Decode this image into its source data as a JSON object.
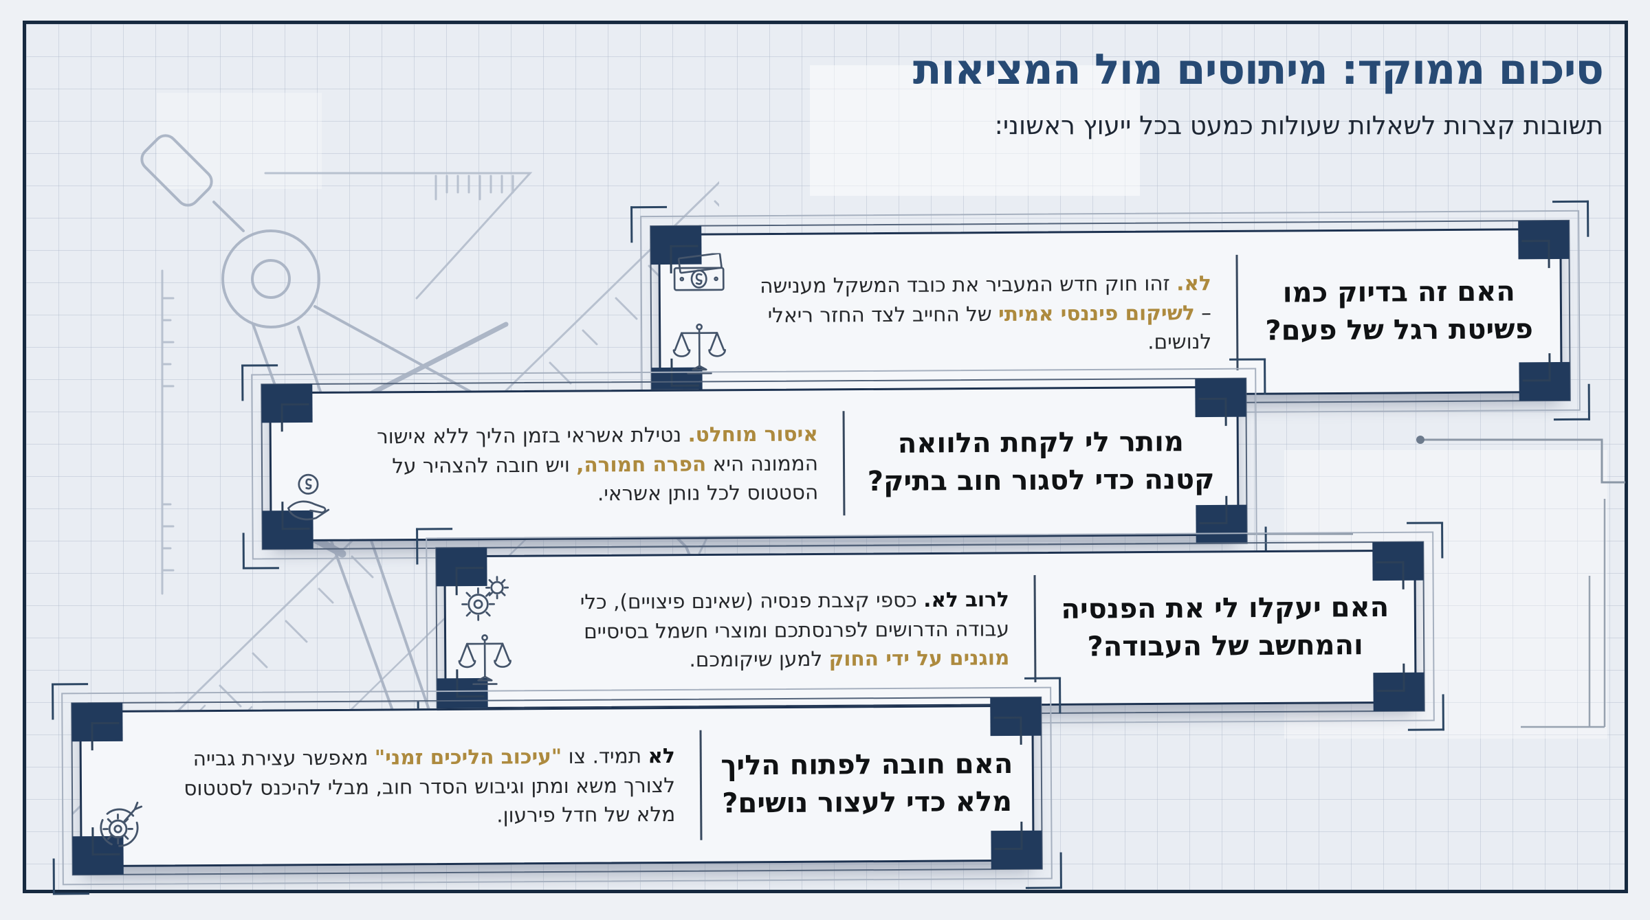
{
  "header": {
    "title": "סיכום ממוקד: מיתוסים מול המציאות",
    "subtitle": "תשובות קצרות לשאלות שעולות כמעט בכל ייעוץ ראשוני:"
  },
  "colors": {
    "navy": "#1e3a5f",
    "gold": "#ad8a3e",
    "card_background": "#f5f7fa",
    "grid_background": "#e9edf3",
    "question_text": "#101214",
    "answer_text": "#26282b"
  },
  "cards": [
    {
      "question": "האם זה בדיוק כמו\nפשיטת רגל של פעם?",
      "icons": [
        "banknotes-icon",
        "scales-icon"
      ],
      "answer_segments": [
        {
          "text": "לא.",
          "style": "gold"
        },
        {
          "text": " זהו חוק חדש המעביר את כובד המשקל מענישה – ",
          "style": "n"
        },
        {
          "text": "לשיקום פיננסי אמיתי",
          "style": "gold"
        },
        {
          "text": " של החייב לצד החזר ריאלי לנושים.",
          "style": "n"
        }
      ]
    },
    {
      "question": "מותר לי לקחת הלוואה\nקטנה כדי לסגור חוב בתיק?",
      "icons": [
        "coin-hand-icon"
      ],
      "answer_segments": [
        {
          "text": "איסור מוחלט.",
          "style": "gold"
        },
        {
          "text": " נטילת אשראי בזמן הליך ללא אישור הממונה היא ",
          "style": "n"
        },
        {
          "text": "הפרה חמורה,",
          "style": "gold"
        },
        {
          "text": " ויש חובה להצהיר על הסטטוס לכל נותן אשראי.",
          "style": "n"
        }
      ]
    },
    {
      "question": "האם יעקלו לי את הפנסיה\nוהמחשב של העבודה?",
      "icons": [
        "gears-icon",
        "scales-icon"
      ],
      "answer_segments": [
        {
          "text": "לרוב לא.",
          "style": "b"
        },
        {
          "text": " כספי קצבת פנסיה (שאינם פיצויים), כלי עבודה הדרושים לפרנסתכם ומוצרי חשמל בסיסיים ",
          "style": "n"
        },
        {
          "text": "מוגנים על ידי החוק",
          "style": "gold"
        },
        {
          "text": " למען שיקומכם.",
          "style": "n"
        }
      ]
    },
    {
      "question": "האם חובה לפתוח הליך\nמלא כדי לעצור נושים?",
      "icons": [
        "target-gear-icon"
      ],
      "answer_segments": [
        {
          "text": "לא",
          "style": "b"
        },
        {
          "text": " תמיד. צו ",
          "style": "n"
        },
        {
          "text": "\"עיכוב הליכים זמני\"",
          "style": "gold"
        },
        {
          "text": " מאפשר עצירת גבייה לצורך משא ומתן וגיבוש הסדר חוב, מבלי להיכנס לסטטוס מלא של חדל פירעון.",
          "style": "n"
        }
      ]
    }
  ]
}
